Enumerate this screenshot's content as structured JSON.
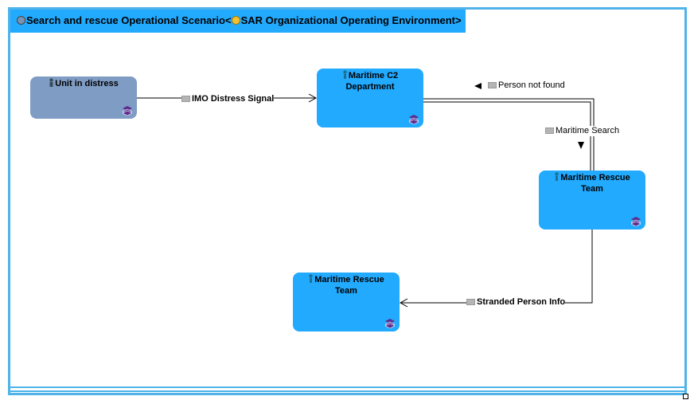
{
  "diagram": {
    "title_prefix": "Search and rescue Operational Scenario<",
    "title_suffix": "SAR Organizational Operating Environment>",
    "scenario_icon": "scenario-icon",
    "environment_icon": "operating-environment-icon",
    "colors": {
      "frame": "#4fb3e8",
      "node_blue": "#22aaff",
      "node_grey": "#7f9cc4",
      "title_bg": "#22aaff"
    }
  },
  "nodes": [
    {
      "id": "unit",
      "label": "Unit in distress",
      "icon": "organization-icon",
      "badge": "stack-icon",
      "style": "grey"
    },
    {
      "id": "c2",
      "label": "Maritime C2 Department",
      "icon": "performer-icon",
      "badge": "stack-icon",
      "style": "blue"
    },
    {
      "id": "mrt1",
      "label": "Maritime Rescue Team",
      "icon": "performer-icon",
      "badge": "stack-icon",
      "style": "blue"
    },
    {
      "id": "mrt2",
      "label": "Maritime Rescue Team",
      "icon": "performer-icon",
      "badge": "stack-icon",
      "style": "blue"
    }
  ],
  "edges": [
    {
      "id": "e1",
      "label": "IMO Distress Signal",
      "icon": "message-icon"
    },
    {
      "id": "e2",
      "label": "Person not found",
      "icon": "message-icon"
    },
    {
      "id": "e3",
      "label": "Maritime Search",
      "icon": "message-icon"
    },
    {
      "id": "e4",
      "label": "Stranded Person Info",
      "icon": "message-icon"
    }
  ]
}
